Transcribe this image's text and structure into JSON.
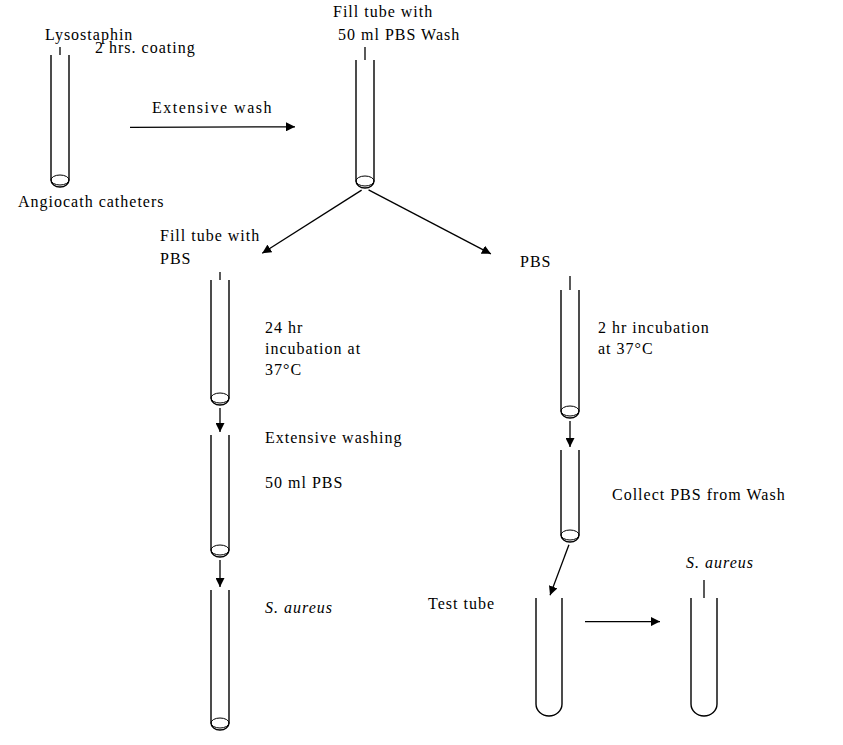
{
  "diagram": {
    "nodes": [
      {
        "text": [
          "Lysostaphin",
          "2 hrs. coating",
          "Angiocath catheters"
        ]
      },
      {
        "text": [
          "Fill tube with",
          "50 ml PBS Wash"
        ]
      },
      {
        "text": [
          "Fill tube with",
          "PBS",
          "24 hr incubation at 37°C"
        ]
      },
      {
        "text": [
          "Extensive washing",
          "50 ml PBS"
        ]
      },
      {
        "text": [
          "S. aureus"
        ]
      },
      {
        "text": [
          "PBS",
          "2 hr incubation at 37°C"
        ]
      },
      {
        "text": [
          "Collect PBS from Wash"
        ]
      },
      {
        "text": [
          "Test tube"
        ]
      },
      {
        "text": [
          "S. aureus"
        ]
      }
    ],
    "edges": [
      {
        "from": 0,
        "to": 1,
        "label": "Extensive wash",
        "arrow": "to"
      },
      {
        "from": 1,
        "to": 2,
        "arrow": "to"
      },
      {
        "from": 1,
        "to": 5,
        "arrow": "to"
      },
      {
        "from": 2,
        "to": 3,
        "arrow": "to"
      },
      {
        "from": 3,
        "to": 4,
        "arrow": "to"
      },
      {
        "from": 5,
        "to": 6,
        "arrow": "to"
      },
      {
        "from": 6,
        "to": 7,
        "arrow": "to"
      },
      {
        "from": 7,
        "to": 8,
        "arrow": "to"
      }
    ]
  }
}
